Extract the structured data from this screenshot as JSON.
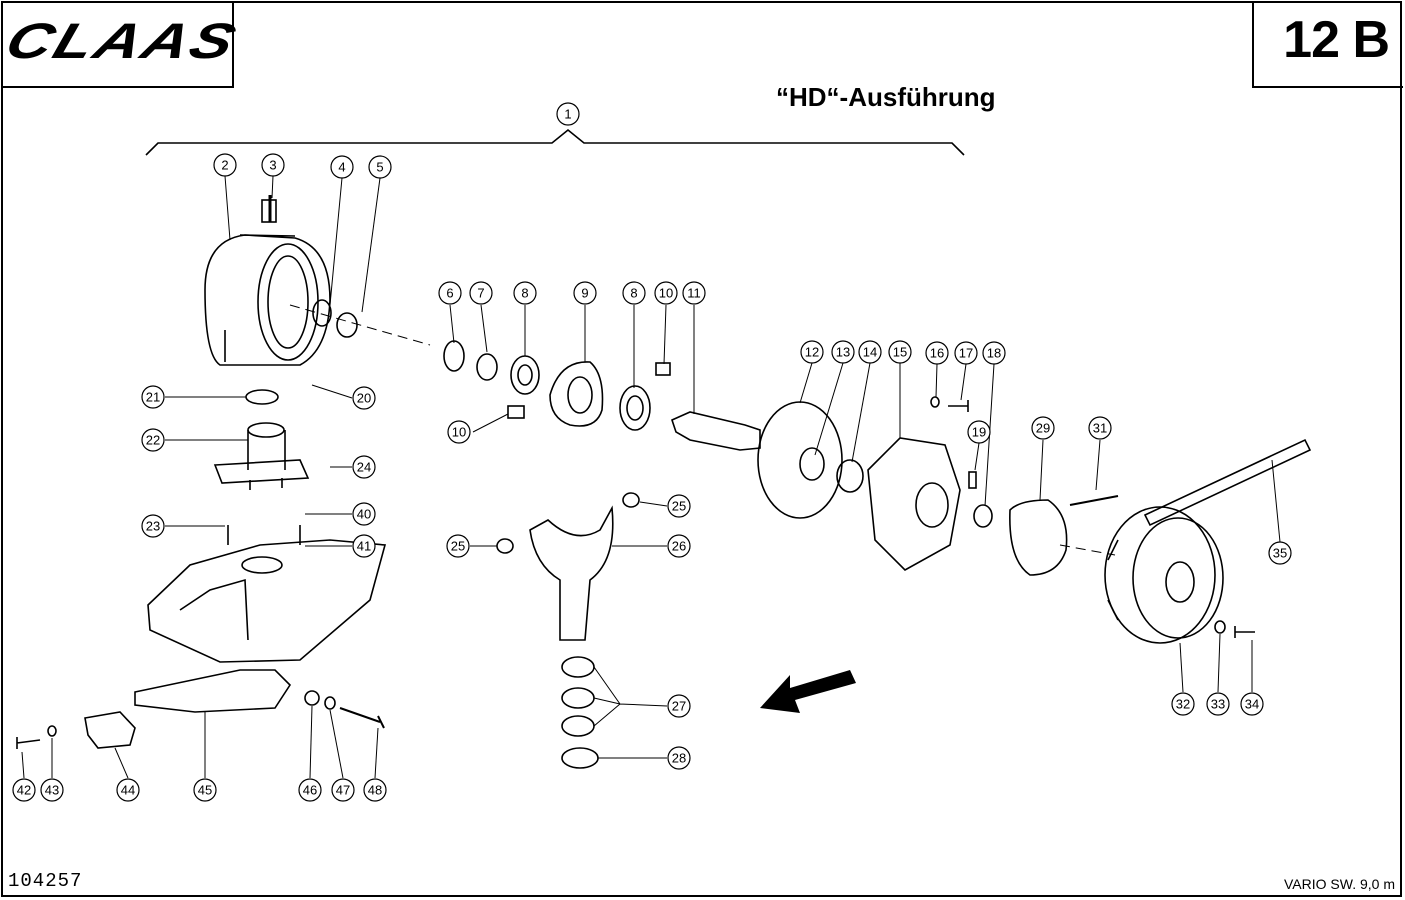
{
  "header": {
    "brand_logo": "CLAAS",
    "page_code": "12 B",
    "variant_title": "“HD“-Ausführung"
  },
  "footer": {
    "drawing_number": "104257",
    "model": "VARIO  SW. 9,0 m"
  },
  "callouts": [
    {
      "n": "1"
    },
    {
      "n": "2"
    },
    {
      "n": "3"
    },
    {
      "n": "4"
    },
    {
      "n": "5"
    },
    {
      "n": "6"
    },
    {
      "n": "7"
    },
    {
      "n": "8"
    },
    {
      "n": "9"
    },
    {
      "n": "8"
    },
    {
      "n": "10"
    },
    {
      "n": "11"
    },
    {
      "n": "10"
    },
    {
      "n": "12"
    },
    {
      "n": "13"
    },
    {
      "n": "14"
    },
    {
      "n": "15"
    },
    {
      "n": "16"
    },
    {
      "n": "17"
    },
    {
      "n": "18"
    },
    {
      "n": "19"
    },
    {
      "n": "21"
    },
    {
      "n": "20"
    },
    {
      "n": "22"
    },
    {
      "n": "24"
    },
    {
      "n": "40"
    },
    {
      "n": "23"
    },
    {
      "n": "41"
    },
    {
      "n": "25"
    },
    {
      "n": "25"
    },
    {
      "n": "26"
    },
    {
      "n": "27"
    },
    {
      "n": "28"
    },
    {
      "n": "29"
    },
    {
      "n": "31"
    },
    {
      "n": "35"
    },
    {
      "n": "32"
    },
    {
      "n": "33"
    },
    {
      "n": "34"
    },
    {
      "n": "42"
    },
    {
      "n": "43"
    },
    {
      "n": "44"
    },
    {
      "n": "45"
    },
    {
      "n": "46"
    },
    {
      "n": "47"
    },
    {
      "n": "48"
    }
  ]
}
